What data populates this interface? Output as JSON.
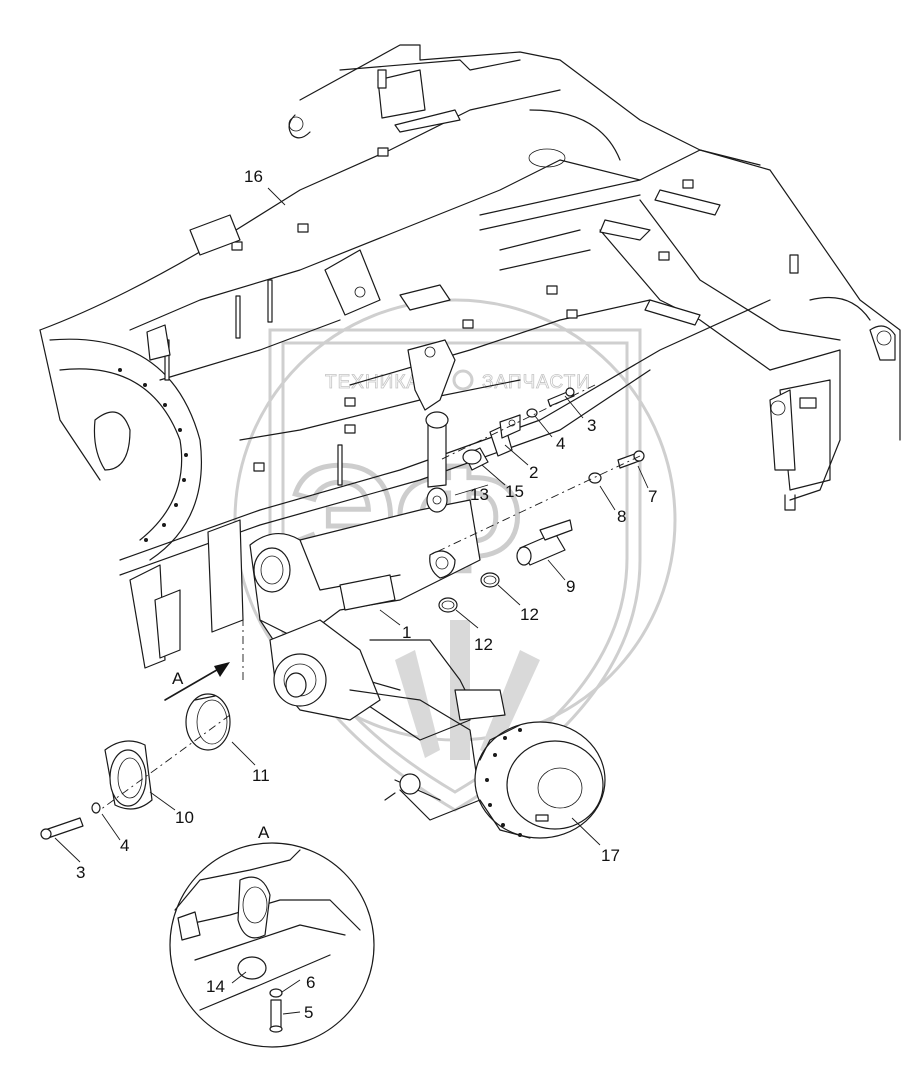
{
  "watermark": {
    "brand_left": "ТЕХНИКА",
    "brand_right": "ЗАПЧАСТИ",
    "monogram": "ЭФ"
  },
  "view_marker": "A",
  "detail_label": "A",
  "callouts": [
    {
      "id": "c16",
      "text": "16"
    },
    {
      "id": "c3a",
      "text": "3"
    },
    {
      "id": "c4a",
      "text": "4"
    },
    {
      "id": "c2",
      "text": "2"
    },
    {
      "id": "c13",
      "text": "13"
    },
    {
      "id": "c15",
      "text": "15"
    },
    {
      "id": "c7",
      "text": "7"
    },
    {
      "id": "c8",
      "text": "8"
    },
    {
      "id": "c9",
      "text": "9"
    },
    {
      "id": "c12a",
      "text": "12"
    },
    {
      "id": "c12b",
      "text": "12"
    },
    {
      "id": "c1",
      "text": "1"
    },
    {
      "id": "c11",
      "text": "11"
    },
    {
      "id": "c10",
      "text": "10"
    },
    {
      "id": "c4b",
      "text": "4"
    },
    {
      "id": "c3b",
      "text": "3"
    },
    {
      "id": "c17",
      "text": "17"
    },
    {
      "id": "c14",
      "text": "14"
    },
    {
      "id": "c6",
      "text": "6"
    },
    {
      "id": "c5",
      "text": "5"
    }
  ]
}
